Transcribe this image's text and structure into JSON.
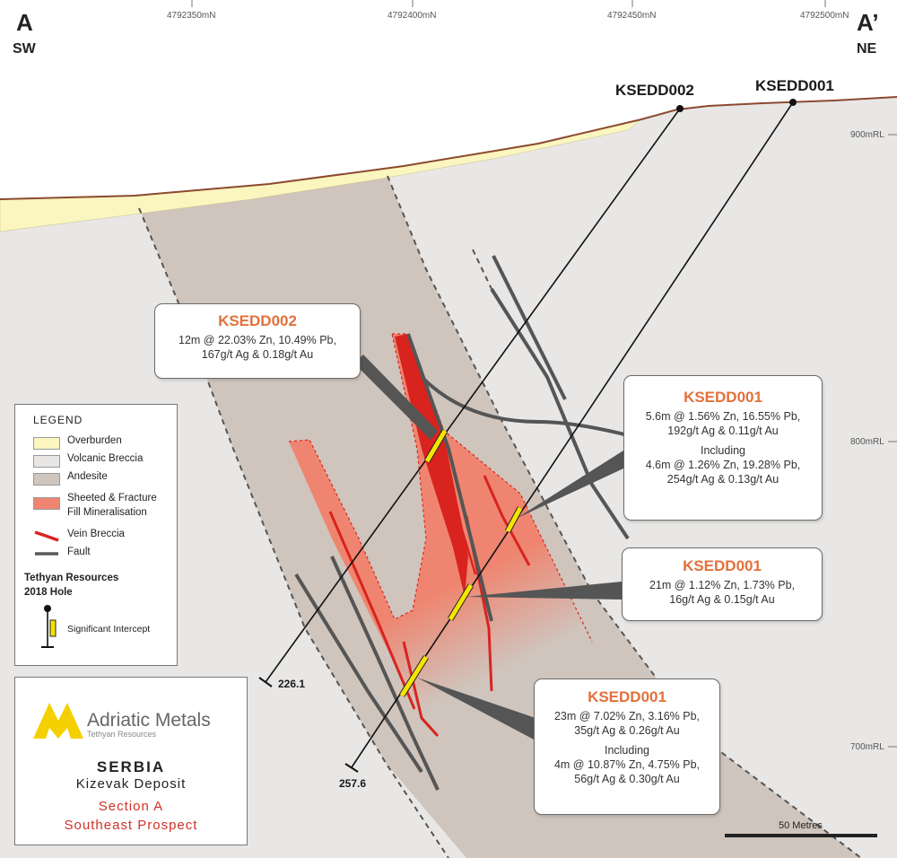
{
  "section": {
    "corner_left": "A",
    "corner_left_dir": "SW",
    "corner_right": "A’",
    "corner_right_dir": "NE",
    "northings": [
      "4792350mN",
      "4792400mN",
      "4792450mN",
      "4792500mN"
    ],
    "elevations": [
      "900mRL",
      "800mRL",
      "700mRL"
    ]
  },
  "holes": [
    {
      "name": "KSEDD002",
      "end_depth": "226.1"
    },
    {
      "name": "KSEDD001",
      "end_depth": "257.6"
    }
  ],
  "callouts": [
    {
      "title": "KSEDD002",
      "lines": [
        "12m @ 22.03% Zn, 10.49% Pb,",
        "167g/t Ag & 0.18g/t Au"
      ],
      "including": "",
      "lines2": []
    },
    {
      "title": "KSEDD001",
      "lines": [
        "5.6m @ 1.56% Zn, 16.55% Pb,",
        "192g/t Ag & 0.11g/t Au"
      ],
      "including": "Including",
      "lines2": [
        "4.6m @ 1.26% Zn, 19.28% Pb,",
        "254g/t Ag & 0.13g/t Au"
      ]
    },
    {
      "title": "KSEDD001",
      "lines": [
        "21m @ 1.12% Zn, 1.73% Pb,",
        "16g/t Ag & 0.15g/t Au"
      ],
      "including": "",
      "lines2": []
    },
    {
      "title": "KSEDD001",
      "lines": [
        "23m @ 7.02% Zn, 3.16% Pb,",
        "35g/t Ag & 0.26g/t Au"
      ],
      "including": "Including",
      "lines2": [
        "4m @ 10.87% Zn, 4.75% Pb,",
        "56g/t Ag & 0.30g/t Au"
      ]
    }
  ],
  "legend": {
    "title": "LEGEND",
    "items": [
      {
        "label": "Overburden",
        "color": "#fbf5bf"
      },
      {
        "label": "Volcanic Breccia",
        "color": "#e8e7e6"
      },
      {
        "label": "Andesite",
        "color": "#cfc5bd"
      },
      {
        "label": "Sheeted & Fracture Fill Mineralisation",
        "label_line1": "Sheeted & Fracture",
        "label_line2": "Fill Mineralisation",
        "color": "#ef8570"
      },
      {
        "label": "Vein Breccia",
        "color": "#d9231f"
      },
      {
        "label": "Fault",
        "color": "#5a5a5a"
      }
    ],
    "hole_heading_1": "Tethyan Resources",
    "hole_heading_2": "2018 Hole",
    "intercept_label": "Significant Intercept"
  },
  "branding": {
    "company": "Adriatic Metals",
    "sub": "Tethyan Resources",
    "country": "SERBIA",
    "deposit": "Kizevak Deposit",
    "section_name": "Section A",
    "prospect": "Southeast Prospect",
    "accent_red": "#d23128",
    "logo_yellow": "#f5d000"
  },
  "scale": {
    "label": "50 Metres"
  }
}
